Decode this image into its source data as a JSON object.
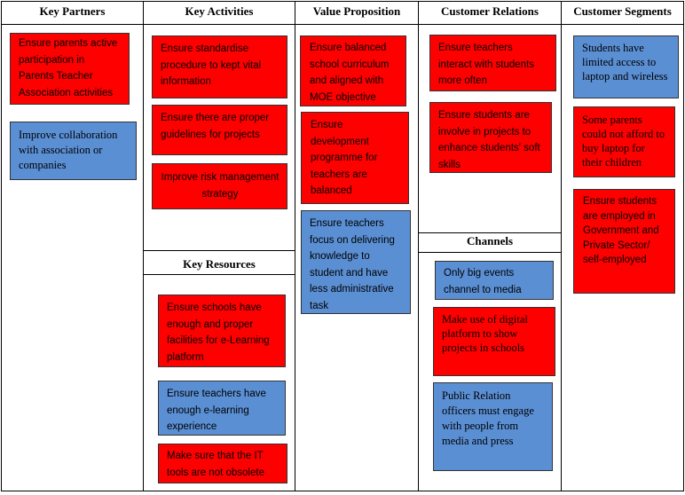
{
  "headers": {
    "key_partners": "Key Partners",
    "key_activities": "Key Activities",
    "value_proposition": "Value Proposition",
    "customer_relations": "Customer Relations",
    "customer_segments": "Customer Segments",
    "key_resources": "Key Resources",
    "channels": "Channels"
  },
  "notes": {
    "partners_1": "Ensure parents active participation in Parents Teacher Association activities",
    "partners_2": "Improve collaboration with association or companies",
    "activities_1": "Ensure standardise procedure to kept vital information",
    "activities_2": "Ensure there are proper guidelines for projects",
    "activities_3": "Improve risk management strategy",
    "resources_1": "Ensure schools have enough and proper facilities for e-Learning platform",
    "resources_2": "Ensure teachers have enough e-learning experience",
    "resources_3": "Make sure that the IT tools are not obsolete",
    "value_1": "Ensure balanced school curriculum and aligned with MOE objective",
    "value_2": "Ensure development programme for teachers are balanced",
    "value_3": "Ensure teachers focus on delivering knowledge to student and have less administrative task",
    "relations_1": "Ensure teachers interact with students more often",
    "relations_2": "Ensure students are involve in projects to enhance students' soft skills",
    "channels_1": "Only big events channel to media",
    "channels_2": "Make use of digital platform to show projects in schools",
    "channels_3": "Public Relation officers must engage with people from media and press",
    "segments_1": "Students have limited access to laptop and wireless",
    "segments_2": "Some parents could not afford to buy laptop for their children",
    "segments_3": "Ensure students are employed in Government and Private Sector/ self-employed"
  },
  "colors": {
    "red": "#fe0000",
    "blue": "#5b8fd4",
    "grid": "#000000"
  }
}
